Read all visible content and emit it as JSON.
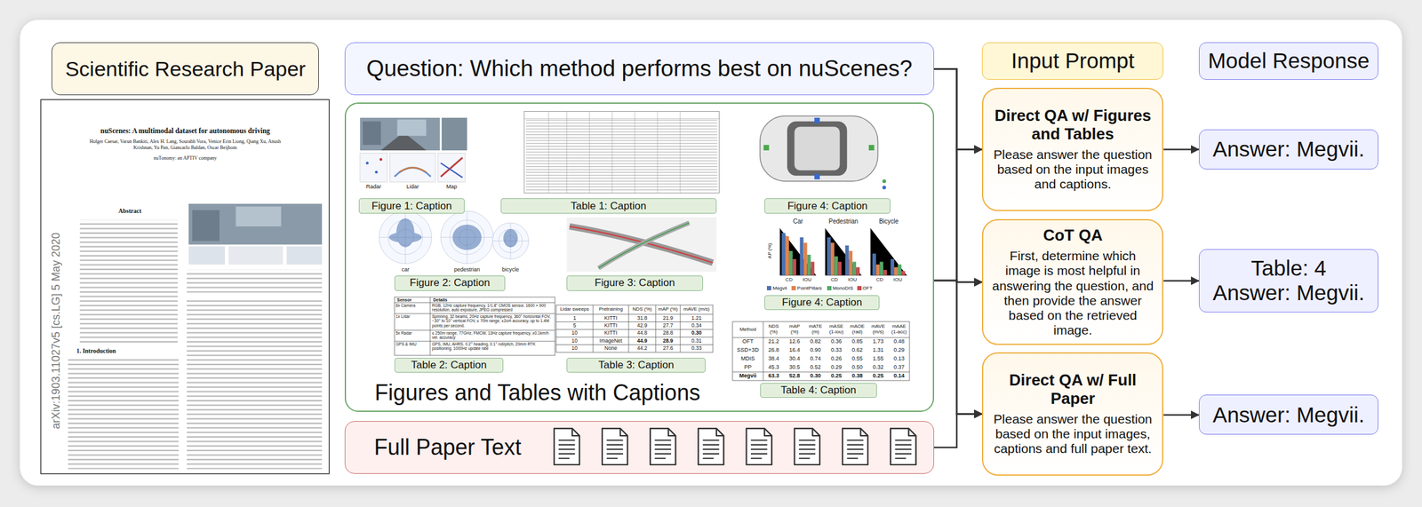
{
  "diagram": {
    "nodes": [
      {
        "text": [
          "Scientific Research Paper"
        ]
      },
      {
        "text": [
          "nuScenes: A multimodal dataset for autonomous driving",
          "Holger Caesar, Varun Bankiti, Alex H. Lang, Sourabh Vora, Venice Erin Liong, Qiang Xu, Anush Krishnan, Yu Pan, Giancarlo Baldan, Oscar Beijbom",
          "nuTonomy: an APTIV company",
          "Abstract",
          "1. Introduction",
          "arXiv:1903.11027v5 [cs.LG] 5 May 2020"
        ]
      },
      {
        "text": [
          "Question: Which method performs best on nuScenes?"
        ]
      },
      {
        "text": [
          "Figures and Tables with Captions"
        ]
      },
      {
        "text": [
          "Figure 1: Caption"
        ],
        "in": 3
      },
      {
        "text": [
          "Table 1: Caption"
        ],
        "in": 3
      },
      {
        "text": [
          "Figure 4: Caption"
        ],
        "in": 3
      },
      {
        "text": [
          "Figure 2: Caption"
        ],
        "in": 3
      },
      {
        "text": [
          "Figure 3: Caption"
        ],
        "in": 3
      },
      {
        "text": [
          "Figure 4: Caption"
        ],
        "in": 3
      },
      {
        "text": [
          "Table 2: Caption"
        ],
        "in": 3
      },
      {
        "text": [
          "Table 3: Caption"
        ],
        "in": 3
      },
      {
        "text": [
          "Table 4: Caption"
        ],
        "in": 3
      },
      {
        "text": [
          "Full Paper Text"
        ]
      },
      {
        "text": [
          "Input Prompt"
        ]
      },
      {
        "text": [
          "Model Response"
        ]
      },
      {
        "text": [
          "Direct QA w/ Figures and Tables",
          "Please answer the question based on the input images and captions."
        ]
      },
      {
        "text": [
          "CoT QA",
          "First, determine which image is most helpful in answering the question, and then provide the answer based on the retrieved image."
        ]
      },
      {
        "text": [
          "Direct QA w/ Full Paper",
          "Please answer the question based on the input images, captions and full paper text."
        ]
      },
      {
        "text": [
          "Answer: Megvii."
        ]
      },
      {
        "text": [
          "Table: 4",
          "Answer: Megvii."
        ]
      },
      {
        "text": [
          "Answer: Megvii."
        ]
      }
    ],
    "edges": [
      {
        "from": 2,
        "to": 16,
        "arrow": "to"
      },
      {
        "from": 2,
        "to": 17,
        "arrow": "to"
      },
      {
        "from": 2,
        "to": 18,
        "arrow": "to"
      },
      {
        "from": 3,
        "to": 16,
        "arrow": "to"
      },
      {
        "from": 3,
        "to": 17,
        "arrow": "to"
      },
      {
        "from": 3,
        "to": 18,
        "arrow": "to"
      },
      {
        "from": 13,
        "to": 18,
        "arrow": "to"
      },
      {
        "from": 16,
        "to": 19,
        "arrow": "to"
      },
      {
        "from": 17,
        "to": 20,
        "arrow": "to"
      },
      {
        "from": 18,
        "to": 21,
        "arrow": "to"
      }
    ],
    "labels": [
      "Radar",
      "Lidar",
      "Map",
      "car",
      "pedestrian",
      "bicycle",
      "Sensor",
      "Details",
      "6x Camera",
      "RGB, 12Hz capture frequency, 1/1.8\" CMOS sensor, 1600 × 900 resolution, auto exposure, JPEG compressed",
      "1x Lidar",
      "Spinning, 32 beams, 20Hz capture frequency, 360° horizontal FOV, −30° to 10° vertical FOV, ≤ 70m range, ±2cm accuracy, up to 1.4M points per second.",
      "5x Radar",
      "≤ 250m range, 77GHz, FMCW, 13Hz capture frequency, ±0.1km/h vel. accuracy",
      "GPS & IMU",
      "GPS, IMU, AHRS. 0.2° heading, 0.1° roll/pitch, 20mm RTK positioning, 1000Hz update rate",
      "Lidar sweeps",
      "Pretraining",
      "NDS (%)",
      "mAP (%)",
      "mAVE (m/s)",
      "1",
      "KITTI",
      "31.8",
      "21.9",
      "1.21",
      "5",
      "KITTI",
      "42.9",
      "27.7",
      "0.34",
      "10",
      "KITTI",
      "44.8",
      "28.8",
      "0.30",
      "10",
      "ImageNet",
      "44.9",
      "28.9",
      "0.31",
      "10",
      "None",
      "44.2",
      "27.6",
      "0.33",
      "Method",
      "NDS (%)",
      "mAP (%)",
      "mATE (m)",
      "mASE (1-iou)",
      "mAOE (rad)",
      "mAVE (m/s)",
      "mAAE (1-acc)",
      "OFT",
      "21.2",
      "12.6",
      "0.82",
      "0.36",
      "0.85",
      "1.73",
      "0.48",
      "SSD+3D",
      "26.8",
      "16.4",
      "0.90",
      "0.33",
      "0.62",
      "1.31",
      "0.29",
      "MDIS",
      "38.4",
      "30.4",
      "0.74",
      "0.26",
      "0.55",
      "1.55",
      "0.13",
      "PP",
      "45.3",
      "30.5",
      "0.52",
      "0.29",
      "0.50",
      "0.32",
      "0.37",
      "Megvii",
      "63.3",
      "52.8",
      "0.30",
      "0.25",
      "0.38",
      "0.25",
      "0.14",
      "Car",
      "Pedestrian",
      "Bicycle",
      "AP (%)",
      "CD",
      "IOU",
      "CD",
      "IOU",
      "CD",
      "IOU"
    ],
    "legend": [
      {
        "text": "Megvii",
        "color": "#4c72b0"
      },
      {
        "text": "PointPillars",
        "color": "#dd8452"
      },
      {
        "text": "MonoDIS",
        "color": "#55a868"
      },
      {
        "text": "OFT",
        "color": "#c44e52"
      }
    ]
  }
}
